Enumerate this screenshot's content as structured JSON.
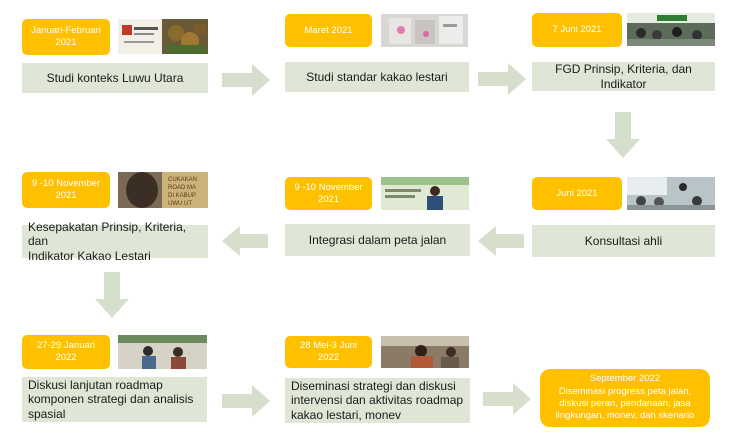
{
  "steps": [
    {
      "date": "Januari-Februari\n2021",
      "label": "Studi konteks Luwu Utara"
    },
    {
      "date": "Maret 2021",
      "label": "Studi standar kakao lestari"
    },
    {
      "date": "7 Juni 2021",
      "label": "FGD Prinsip, Kriteria, dan Indikator"
    },
    {
      "date": "Juni 2021",
      "label": "Konsultasi ahli"
    },
    {
      "date": "9 -10 November\n2021",
      "label": "Integrasi dalam peta jalan"
    },
    {
      "date": "9 -10 November\n2021",
      "label": "Kesepakatan Prinsip, Kriteria, dan\nIndikator Kakao Lestari"
    },
    {
      "date": "27-29 Januari\n2022",
      "label": "Diskusi lanjutan roadmap\nkomponen strategi dan analisis\nspasial"
    },
    {
      "date": "28 Mei-3 Juni\n2022",
      "label": "Diseminasi strategi dan diskusi\nintervensi dan aktivitas roadmap\nkakao lestari, monev"
    }
  ],
  "final": {
    "date": "September 2022",
    "label": "Diseminasi progress peta jalan,\ndiskusi peran, pendanaan, jasa\nlingkungan, monev, dan skenario"
  },
  "photo_caption_1": "CUKAKAN\nROAD MA\nDI KABUP\nUWU UT",
  "colors": {
    "accent": "#ffc000",
    "box": "#dfe6d6",
    "arrow": "#d6dfcb"
  }
}
